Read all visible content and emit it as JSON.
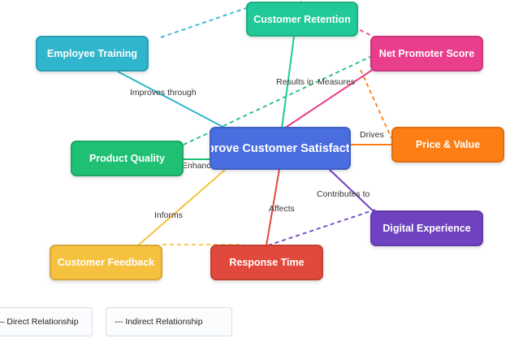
{
  "nodes": {
    "center": {
      "label": "Improve Customer Satisfaction",
      "color": "#4a6ee0"
    },
    "retention": {
      "label": "Customer Retention",
      "color": "#20c997"
    },
    "nps": {
      "label": "Net Promoter Score",
      "color": "#e83e8c"
    },
    "training": {
      "label": "Employee Training",
      "color": "#2fb5cc"
    },
    "quality": {
      "label": "Product Quality",
      "color": "#1fbf74"
    },
    "price": {
      "label": "Price & Value",
      "color": "#fd7e14"
    },
    "digital": {
      "label": "Digital Experience",
      "color": "#6f42c1"
    },
    "feedback": {
      "label": "Customer Feedback",
      "color": "#f6c13e"
    },
    "response": {
      "label": "Response Time",
      "color": "#e0493c"
    }
  },
  "edge_labels": {
    "improves_through": "Improves through",
    "results_in": "Results in",
    "measures": "Measures",
    "drives": "Drives",
    "enhances": "Enhances",
    "contributes_to": "Contributes to",
    "informs": "Informs",
    "affects": "Affects"
  },
  "legend": {
    "direct": "— Direct Relationship",
    "indirect": "--- Indirect Relationship"
  }
}
